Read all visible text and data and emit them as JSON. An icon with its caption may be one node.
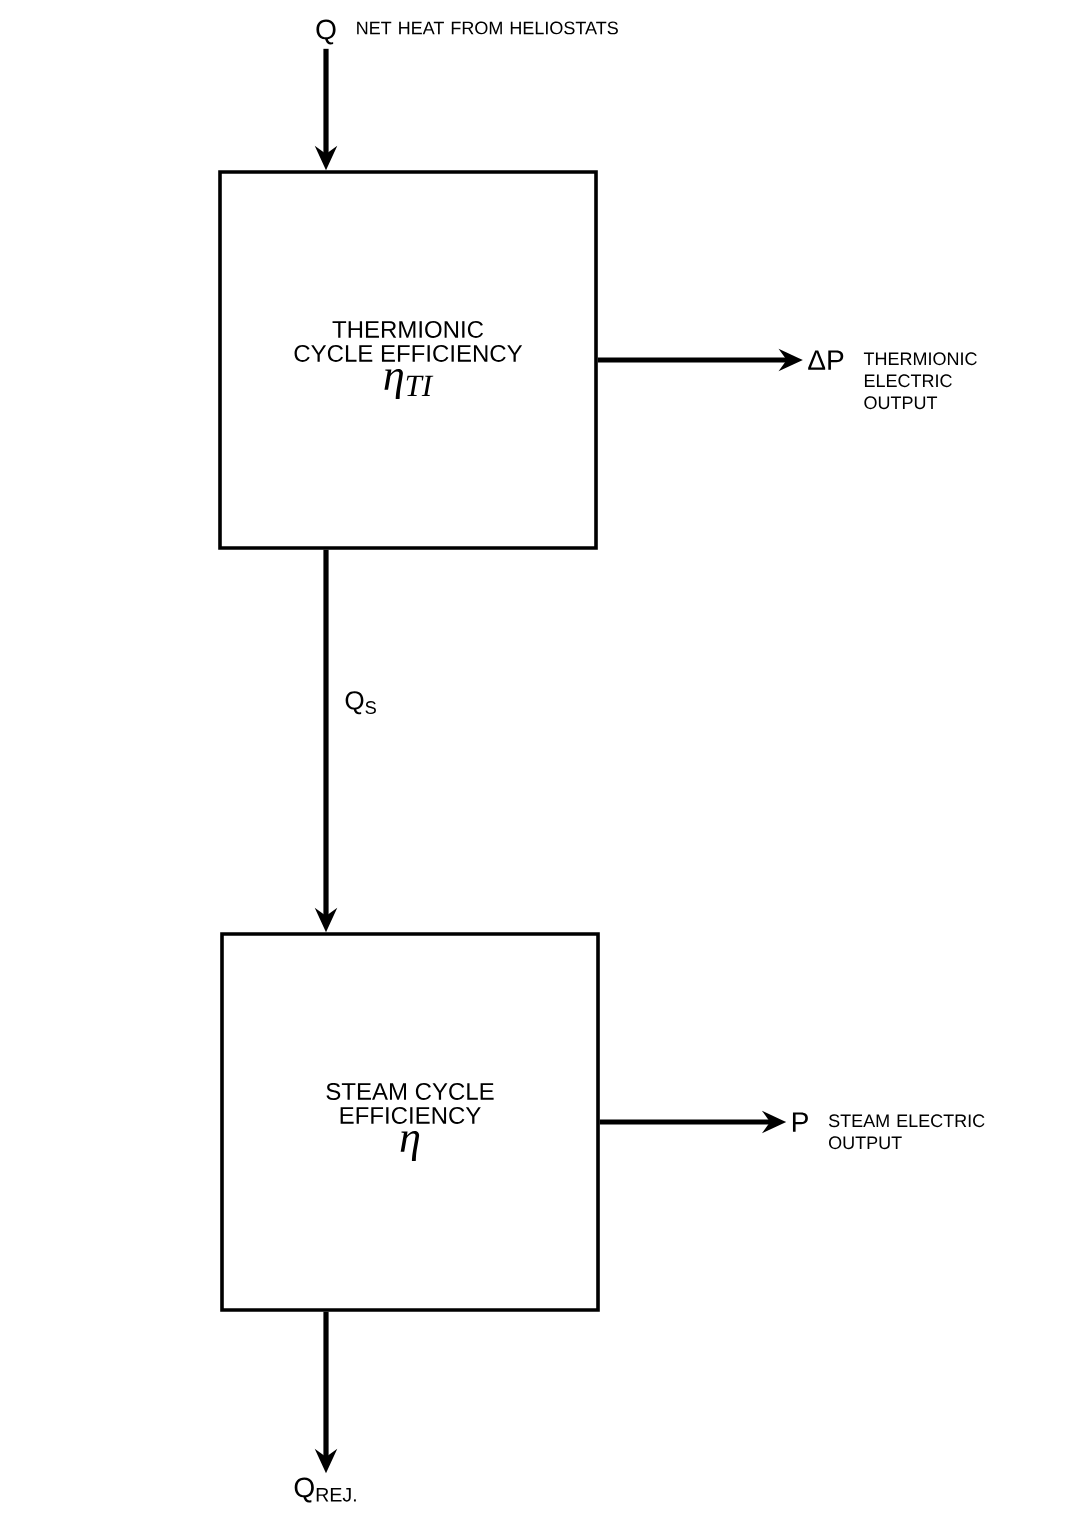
{
  "diagram": {
    "nodes": [
      {
        "text": [
          "Q"
        ],
        "beside": [
          "NET HEAT FROM HELIOSTATS"
        ]
      },
      {
        "text": [
          "THERMIONIC CYCLE EFFICIENCY",
          "η$_{TI}$"
        ]
      },
      {
        "text": [
          "ΔP"
        ],
        "beside": [
          "THERMIONIC ELECTRIC OUTPUT"
        ]
      },
      {
        "text": [
          "STEAM CYCLE EFFICIENCY",
          "η"
        ]
      },
      {
        "text": [
          "P"
        ],
        "beside": [
          "STEAM ELECTRIC OUTPUT"
        ]
      },
      {
        "text": [
          "Q$_{REJ.}$"
        ]
      }
    ],
    "edges": [
      {
        "from": 0,
        "to": 1,
        "arrow": "to"
      },
      {
        "from": 1,
        "to": 2,
        "arrow": "to"
      },
      {
        "from": 1,
        "to": 3,
        "arrow": "to",
        "label": "Q$_{S}$"
      },
      {
        "from": 3,
        "to": 4,
        "arrow": "to"
      },
      {
        "from": 3,
        "to": 5,
        "arrow": "to"
      }
    ]
  }
}
